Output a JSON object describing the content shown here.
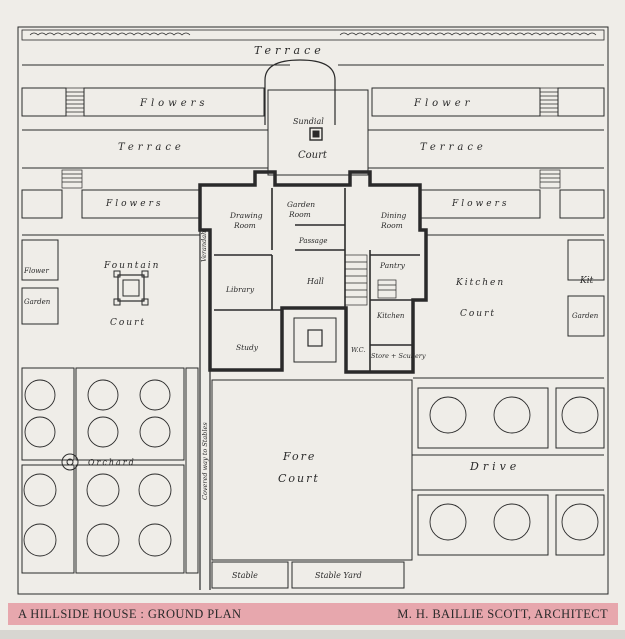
{
  "plan": {
    "labels": {
      "terrace_top": "Terrace",
      "flowers_left": "Flowers",
      "flower_right": "Flower",
      "sundial": "Sundial",
      "court_sundial": "Court",
      "terrace_left": "Terrace",
      "terrace_right": "Terrace",
      "flowers_mid_left": "Flowers",
      "flowers_mid_right": "Flowers",
      "garden_room_1": "Garden",
      "garden_room_2": "Room",
      "drawing_1": "Drawing",
      "drawing_2": "Room",
      "dining_1": "Dining",
      "dining_2": "Room",
      "passage": "Passage",
      "verandah": "Verandah",
      "fountain": "Fountain",
      "court_fountain": "Court",
      "flower_small": "Flower",
      "garden_small": "Garden",
      "hall": "Hall",
      "pantry": "Pantry",
      "library": "Library",
      "kitchen_court_1": "Kitchen",
      "kitchen_court_2": "Court",
      "kit": "Kit",
      "garden_right": "Garden",
      "kitchen": "Kitchen",
      "study": "Study",
      "wc": "W.C.",
      "store_scullery": "Store + Scullery",
      "covered_way": "Covered way to Stables",
      "orchard": "Orchard",
      "fore_court_1": "Fore",
      "fore_court_2": "Court",
      "drive": "Drive",
      "stable": "Stable",
      "stable_yard": "Stable Yard"
    }
  },
  "caption": {
    "left": "A HILLSIDE HOUSE : GROUND PLAN",
    "right": "M. H. BAILLIE SCOTT, ARCHITECT"
  },
  "colors": {
    "paper": "#efede8",
    "ink": "#2a2a2a",
    "caption_band": "#e7a7ad"
  }
}
